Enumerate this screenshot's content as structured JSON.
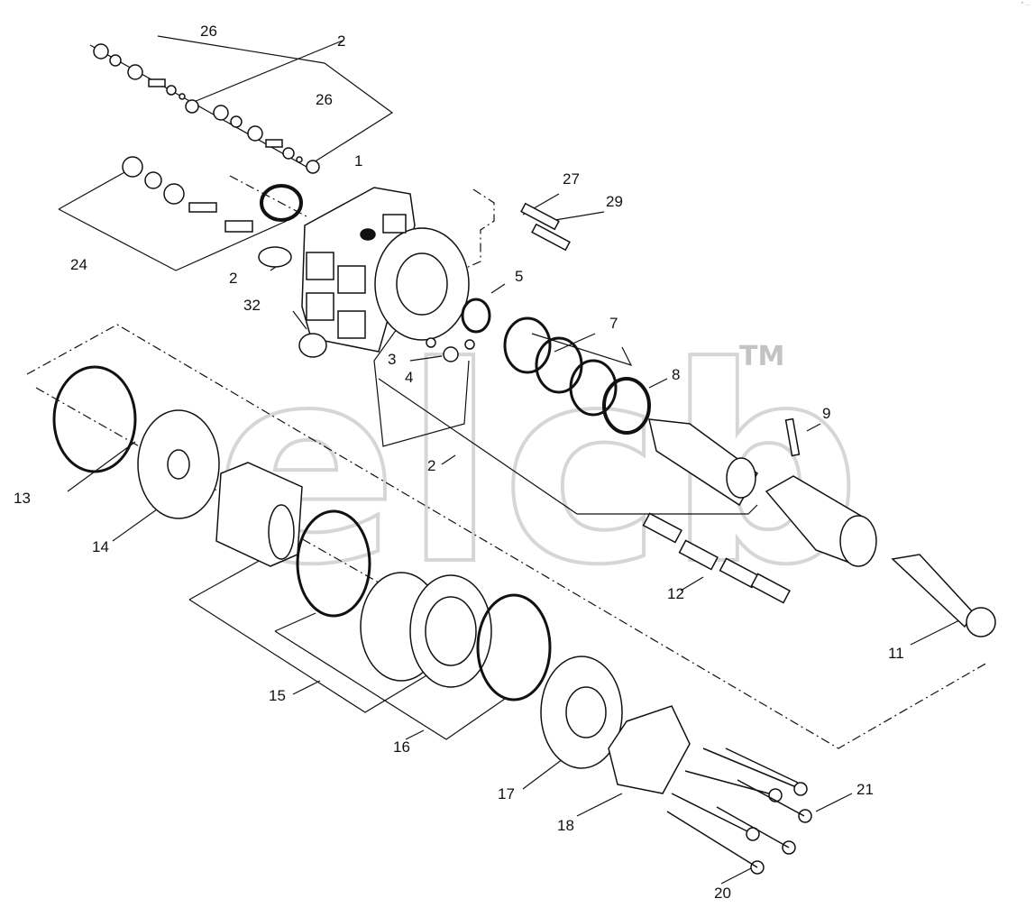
{
  "watermark": {
    "text": "elcb",
    "trademark": "TM"
  },
  "corner_mark": "^ ...",
  "part_labels": [
    {
      "id": "p26a",
      "text": "26"
    },
    {
      "id": "p2a",
      "text": "2"
    },
    {
      "id": "p26b",
      "text": "26"
    },
    {
      "id": "p1",
      "text": "1"
    },
    {
      "id": "p27",
      "text": "27"
    },
    {
      "id": "p29",
      "text": "29"
    },
    {
      "id": "p24",
      "text": "24"
    },
    {
      "id": "p2b",
      "text": "2"
    },
    {
      "id": "p5",
      "text": "5"
    },
    {
      "id": "p32",
      "text": "32"
    },
    {
      "id": "p7",
      "text": "7"
    },
    {
      "id": "p3",
      "text": "3"
    },
    {
      "id": "p4",
      "text": "4"
    },
    {
      "id": "p8",
      "text": "8"
    },
    {
      "id": "p9",
      "text": "9"
    },
    {
      "id": "p2c",
      "text": "2"
    },
    {
      "id": "p13",
      "text": "13"
    },
    {
      "id": "p14",
      "text": "14"
    },
    {
      "id": "p12",
      "text": "12"
    },
    {
      "id": "p11",
      "text": "11"
    },
    {
      "id": "p15",
      "text": "15"
    },
    {
      "id": "p16",
      "text": "16"
    },
    {
      "id": "p17",
      "text": "17"
    },
    {
      "id": "p21",
      "text": "21"
    },
    {
      "id": "p18",
      "text": "18"
    },
    {
      "id": "p20",
      "text": "20"
    }
  ]
}
